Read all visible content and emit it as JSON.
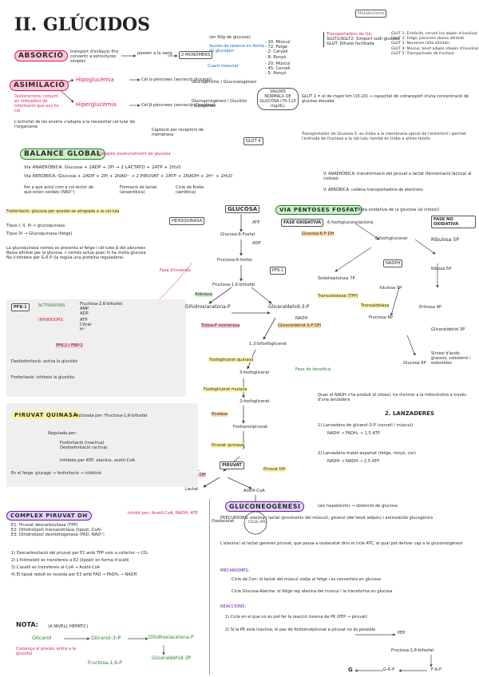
{
  "title": "II. GLÚCIDOS",
  "metabolismo_tag": "Metabolismo",
  "absorcion": {
    "label": "ABSORCIÓ",
    "desc": "transport d'enllaços fins convertir a estructures simples",
    "via": "passen a la sang",
    "product": "2 MONÒMERS"
  },
  "asimilacion": {
    "label": "ASIMILACIÓ",
    "note": "Quilomicrons: conjunt en indicadors de informació que ens ho cal",
    "hipo": "Hipoglucèmia",
    "hiper": "Hiperglucèmia",
    "alpha": "Cèl α-pàncrees (secreció glucagó)",
    "beta": "Cèl β-pàncrees (secreció d'insulina)",
    "hipo_targets": "Glucogenòlisi / Gluconeogènesi",
    "hiper_targets": "Glucogenogènesi / Glucòlisi / Lipogènesi",
    "captacion": "Captació per receptors de membrana",
    "foot": "L'activitat de les enzims s'adapta a la necessitat cel·lular de l'organisme",
    "valores": "VALORS NORMALS DE GLUCOSA (70-110 mg/dL)",
    "glut4": "GLUT 4"
  },
  "glucosa_dist": {
    "total": "(en 90g de glucosa)",
    "reserva": "Sucres de reserva en forma de glucogen",
    "items": [
      "- 20: Múscul",
      "- 72: Fetge",
      "- 2: Cervell",
      "- 8: Ronyó"
    ],
    "medicion": "Cuant mesurat",
    "items2": [
      "- 20: Múscul",
      "- 45: Cervell",
      "- 5: Ronyó"
    ]
  },
  "transport": {
    "title": "Transportadors de Glc",
    "items": [
      "SGLT1/SGLT2: Simport sodi-glucosa",
      "GLUT: Difusió facilitada"
    ],
    "glut_list": [
      "GLUT 1: Eritròcits, cervell (no depèn d'insulina)",
      "GLUT 2: Fetge, pàncrees (baixa afinitat)",
      "GLUT 3: Neurones (alta afinitat)",
      "GLUT 4: Múscul, teixit adipós (depèn d'insulina)",
      "GLUT 5: Transportador de fructosa"
    ],
    "glut2_note": "GLUT 2 = el de major km (15-20) → capacitat de cotransport d'una concentració de glucosa elevada",
    "long_note": "Transportador de Glucosa 5: es troba a la membrana apical de l'enteròcit i permet l'entrada de fructosa a la cèl·lula; també es troba a altres teixits"
  },
  "balance": {
    "label": "BALANCE GLOBAL",
    "desc": "2 etapes essencialment de glucosa",
    "line1": "Via ANAERÒBICA: Glucosa + 2ADP + 2Pi → 2 LACTATO + 2ATP + 2H₂O",
    "line2": "Via AERÒBICA: Glucosa + 2ADP + 2Pi + 2NAD⁺ → 2 PIRUVAT + 2ATP + 2NADH + 2H⁺ + 2H₂O",
    "note1": "Per a què actuï com a col·lector de què estan oxidats (NAD⁺)",
    "note2": "Formació de lactat (anaeròbica)",
    "note3": "Cicle de Krebs (aeròbica)",
    "right1": "V. ANAERÒBICA: transformació del piruvat a lactat (fermentació làctica) al cistosol",
    "right2": "V. AERÒBICA: cadena transportadora de electrons"
  },
  "glucolisis": {
    "glucosa": "GLUCOSA",
    "hexoquinasa": "HEXOQUINASA",
    "g6p": "Glucosa-6-Fosfat",
    "f6p": "Fructosa-6-fosfat",
    "f16bp": "Fructosa-1,6-bifosfat",
    "pfk1": "PFK-1",
    "aldolasa": "Aldolasa",
    "dhap": "Dihidroxiacetona-P",
    "g3p": "Gliceraldehid-3-P",
    "tpi": "Triosa-P isomerasa",
    "gapdh": "Gliceraldehid-3-P DH",
    "bpg13": "1,3-bifosfoglicerat",
    "pgk": "Fosfoglicerat quinasa",
    "pg3": "3-fosfoglicerat",
    "pgm": "Fosfoglicerat mutasa",
    "pg2": "2-fosfoglicerat",
    "enolasa": "Enolasa",
    "pep": "Fosfoenolpiruvat",
    "pk": "Piruvat quinasa",
    "piruvato": "PIRUVAT",
    "pdh": "Piruvat DH",
    "lactato": "Lactat",
    "ldh": "Lactat DH",
    "acetil": "Acetil-CoA",
    "oxalacetato": "Oxalacetat",
    "ciclo": "CICLE ATC",
    "atp": "ATP",
    "adp": "ADP",
    "nadh": "NADH",
    "fase_inv": "Fase d'inversió",
    "fase_ben": "Fase de beneficis"
  },
  "fosforilacion": {
    "label": "Fosforilació: glucosa per quedar-se atrapada a la cèl·lula",
    "tipos": "Tipus I, II, III → glucoquinasa",
    "iv": "Tipus IV → Glucoquinasa (fetge)",
    "notes": [
      "La glucoquinasa només es presenta al fetge i cèl·lules β del pàncrees",
      "Baixa afinitat per la glucosa → només actua quan hi ha molta glucosa",
      "No s'inhibeix per G-6-P (la regula una proteïna reguladora)"
    ],
    "pfk_box": "PFK-1",
    "activadores": "ACTIVADORS",
    "inhibidores": "INHIBIDORS",
    "act_list": [
      "Fructosa-2,6-bifosfat",
      "AMP",
      "ADP"
    ],
    "inh_list": [
      "ATP",
      "Citrat",
      "H⁺"
    ],
    "pfk2": "PFK-2 / FBP-2",
    "desfosforilacion": "Desfosforilació: activa la glucòlisi",
    "fosforilacion_txt": "Fosforilació: inhibeix la glucòlisi"
  },
  "pentosas": {
    "label": "VIA PENTOSES FOSFAT",
    "desc": "Ruta oxidativa de la glucosa (al citosol)",
    "fase_ox": "FASE OXIDATIVA",
    "fase_nox": "FASE NO OXIDATIVA",
    "g6pdh": "Glucosa-6-P DH",
    "pgl": "6-fosfogluconolactona",
    "pg": "6-fosfogluconat",
    "ribulosa": "Ribulosa 5P",
    "ribosa": "Ribosa 5P",
    "xilulosa": "Xilulosa 5P",
    "sedoheptulosa": "Sedoheptulosa 7P",
    "eritrosa": "Eritrosa 4P",
    "fructosa6p": "Fructosa 6P",
    "gliceraldehido": "Gliceraldehid 3P",
    "transcetolasa": "Transcetolasa (TPP)",
    "transaldolasa": "Transaldolasa",
    "nadph": "NADPH",
    "note": "Síntesi d'àcids grassos, colesterol i esteroides",
    "glucosa6p": "Glucosa 6P"
  },
  "lanzaderas": {
    "label": "2. LANZADERES",
    "intro": "Quan el NADH s'ha produït al citosol, ha d'entrar a la mitocòndria a través d'una lanzadera",
    "l1": "1) Lanzadera de glicerol-3-P (cervell i múscul)",
    "l2": "2) Lanzadera malat-aspartat (fetge, ronyó, cor)",
    "l1_note": "NADH → FADH₂ → 1,5 ATP",
    "l2_note": "NADH → NADH → 2,5 ATP"
  },
  "piruvato_quinasa": {
    "label": "PIRUVAT QUINASA",
    "activada": "Activada per: Fructosa-1,6-bifosfat",
    "regulada": "Regulada per:",
    "reg_list": [
      "Fosforilació (inactiva)",
      "Desfosforilació (activa)"
    ],
    "inh": "Inhibida per ATP, alanina, acetil-CoA",
    "note": "En el fetge: glucagó → fosforilació → inhibició"
  },
  "complejo_pdh": {
    "label": "COMPLEX PIRUVAT DH",
    "enzimas": [
      "E1: Piruvat descarboxilasa (TPP)",
      "E2: Dihidrolipoil transacetilasa (lipoat, CoA)",
      "E3: Dihidrolipoil deshidrogenasa (FAD, NAD⁺)"
    ],
    "steps": [
      "1) Descarboxilació del piruvat per E1 amb TPP com a cofactor → CO₂",
      "2) L'hidroxietil es transfereix a E2 (lipoat) en forma d'acetil",
      "3) L'acetil es transfereix al CoA → Acetil-CoA",
      "4) El lipoat reduït es reoxida per E3 amb FAD → FADH₂ → NADH"
    ],
    "reg": "Inhibit per: Acetil-CoA, NADH, ATP"
  },
  "gluconeogenesis": {
    "label": "GLUCONEOGÈNESI",
    "sub": "(als hepatòcits) → obtenció de glucosa",
    "precursores": "PRECURSORS: alanina i lactat (provinents del múscul), glicerol (del teixit adipós) i aminoàcids glucogènics",
    "p1": "L'alanina i el lactat generen piruvat, que passa a oxalacetat dins el cicle ATC, el qual pot derivar cap a la gluconeogènesi",
    "mecanismos": "MECANISMES:",
    "ciclo_cori": "Cicle de Cori: el lactat del múscul viatja al fetge i es converteix en glucosa",
    "ciclo_ala": "Cicle Glucosa-Alanina: el fetge rep alanina del múscul i la transforma en glucosa",
    "reacciones": "REACCIONS:",
    "r1": "1) Cicle en el que no es pot fer la reacció inversa de PK (PEP → piruvat)",
    "r2": "2) Si la PK està inactiva, el pas de fosfoenolpiruvat a piruvat no és possible",
    "g6p": "G-6-P",
    "g": "G",
    "pep": "PEP",
    "fbp": "Fructosa-1,6-bifosfat",
    "f6p": "F-6-P"
  },
  "nota": {
    "label": "NOTA:",
    "sub": "(A NIVELL HEPÀTIC)",
    "glicerol": "Glicerol",
    "g3p": "Glicerol-3-P",
    "dhap": "Dihidroxiacetona-P",
    "gl3p": "Gliceraldehid-3P",
    "bottom": "Fructosa-1,6-P",
    "note": "Comença el procés, entra a la glucòlisi"
  }
}
